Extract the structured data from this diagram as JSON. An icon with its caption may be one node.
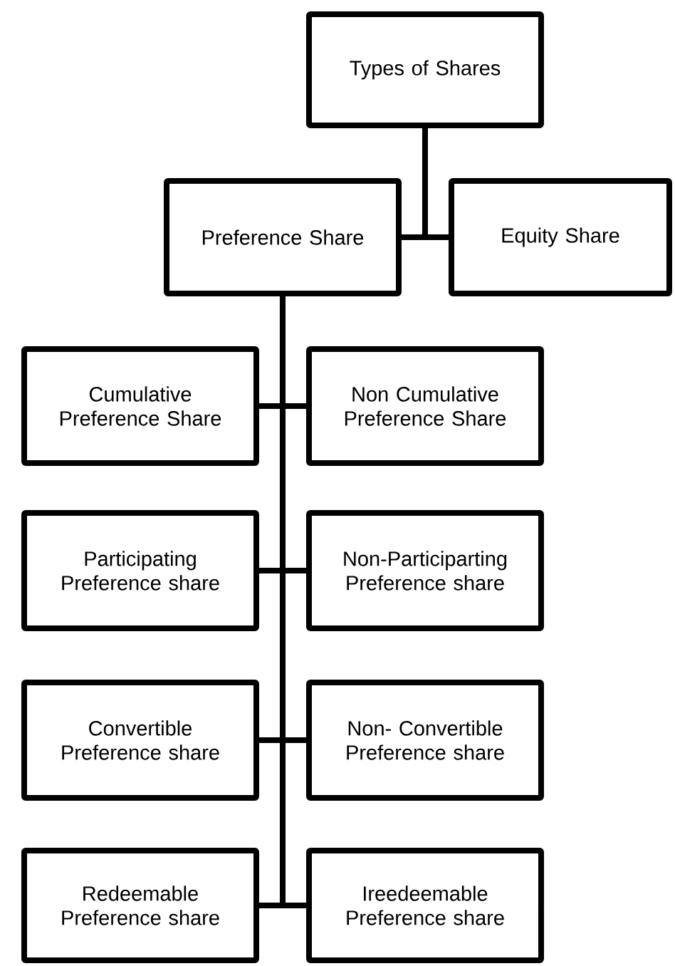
{
  "diagram": {
    "nodes": [
      {
        "text": [
          "Types of Shares"
        ]
      },
      {
        "text": [
          "Preference Share"
        ]
      },
      {
        "text": [
          "Equity Share"
        ]
      },
      {
        "text": [
          "Cumulative Preference Share"
        ]
      },
      {
        "text": [
          "Non Cumulative Preference Share"
        ]
      },
      {
        "text": [
          "Participating Preference share"
        ]
      },
      {
        "text": [
          "Non-Participarting Preference share"
        ]
      },
      {
        "text": [
          "Convertible Preference share"
        ]
      },
      {
        "text": [
          "Non- Convertible Preference share"
        ]
      },
      {
        "text": [
          "Redeemable Preference share"
        ]
      },
      {
        "text": [
          "Ireedeemable Preference share"
        ]
      }
    ],
    "edges": [
      {
        "from": 0,
        "to": 1,
        "arrow": "none"
      },
      {
        "from": 0,
        "to": 2,
        "arrow": "none"
      },
      {
        "from": 1,
        "to": 3,
        "arrow": "none"
      },
      {
        "from": 1,
        "to": 4,
        "arrow": "none"
      },
      {
        "from": 1,
        "to": 5,
        "arrow": "none"
      },
      {
        "from": 1,
        "to": 6,
        "arrow": "none"
      },
      {
        "from": 1,
        "to": 7,
        "arrow": "none"
      },
      {
        "from": 1,
        "to": 8,
        "arrow": "none"
      },
      {
        "from": 1,
        "to": 9,
        "arrow": "none"
      },
      {
        "from": 1,
        "to": 10,
        "arrow": "none"
      }
    ]
  }
}
